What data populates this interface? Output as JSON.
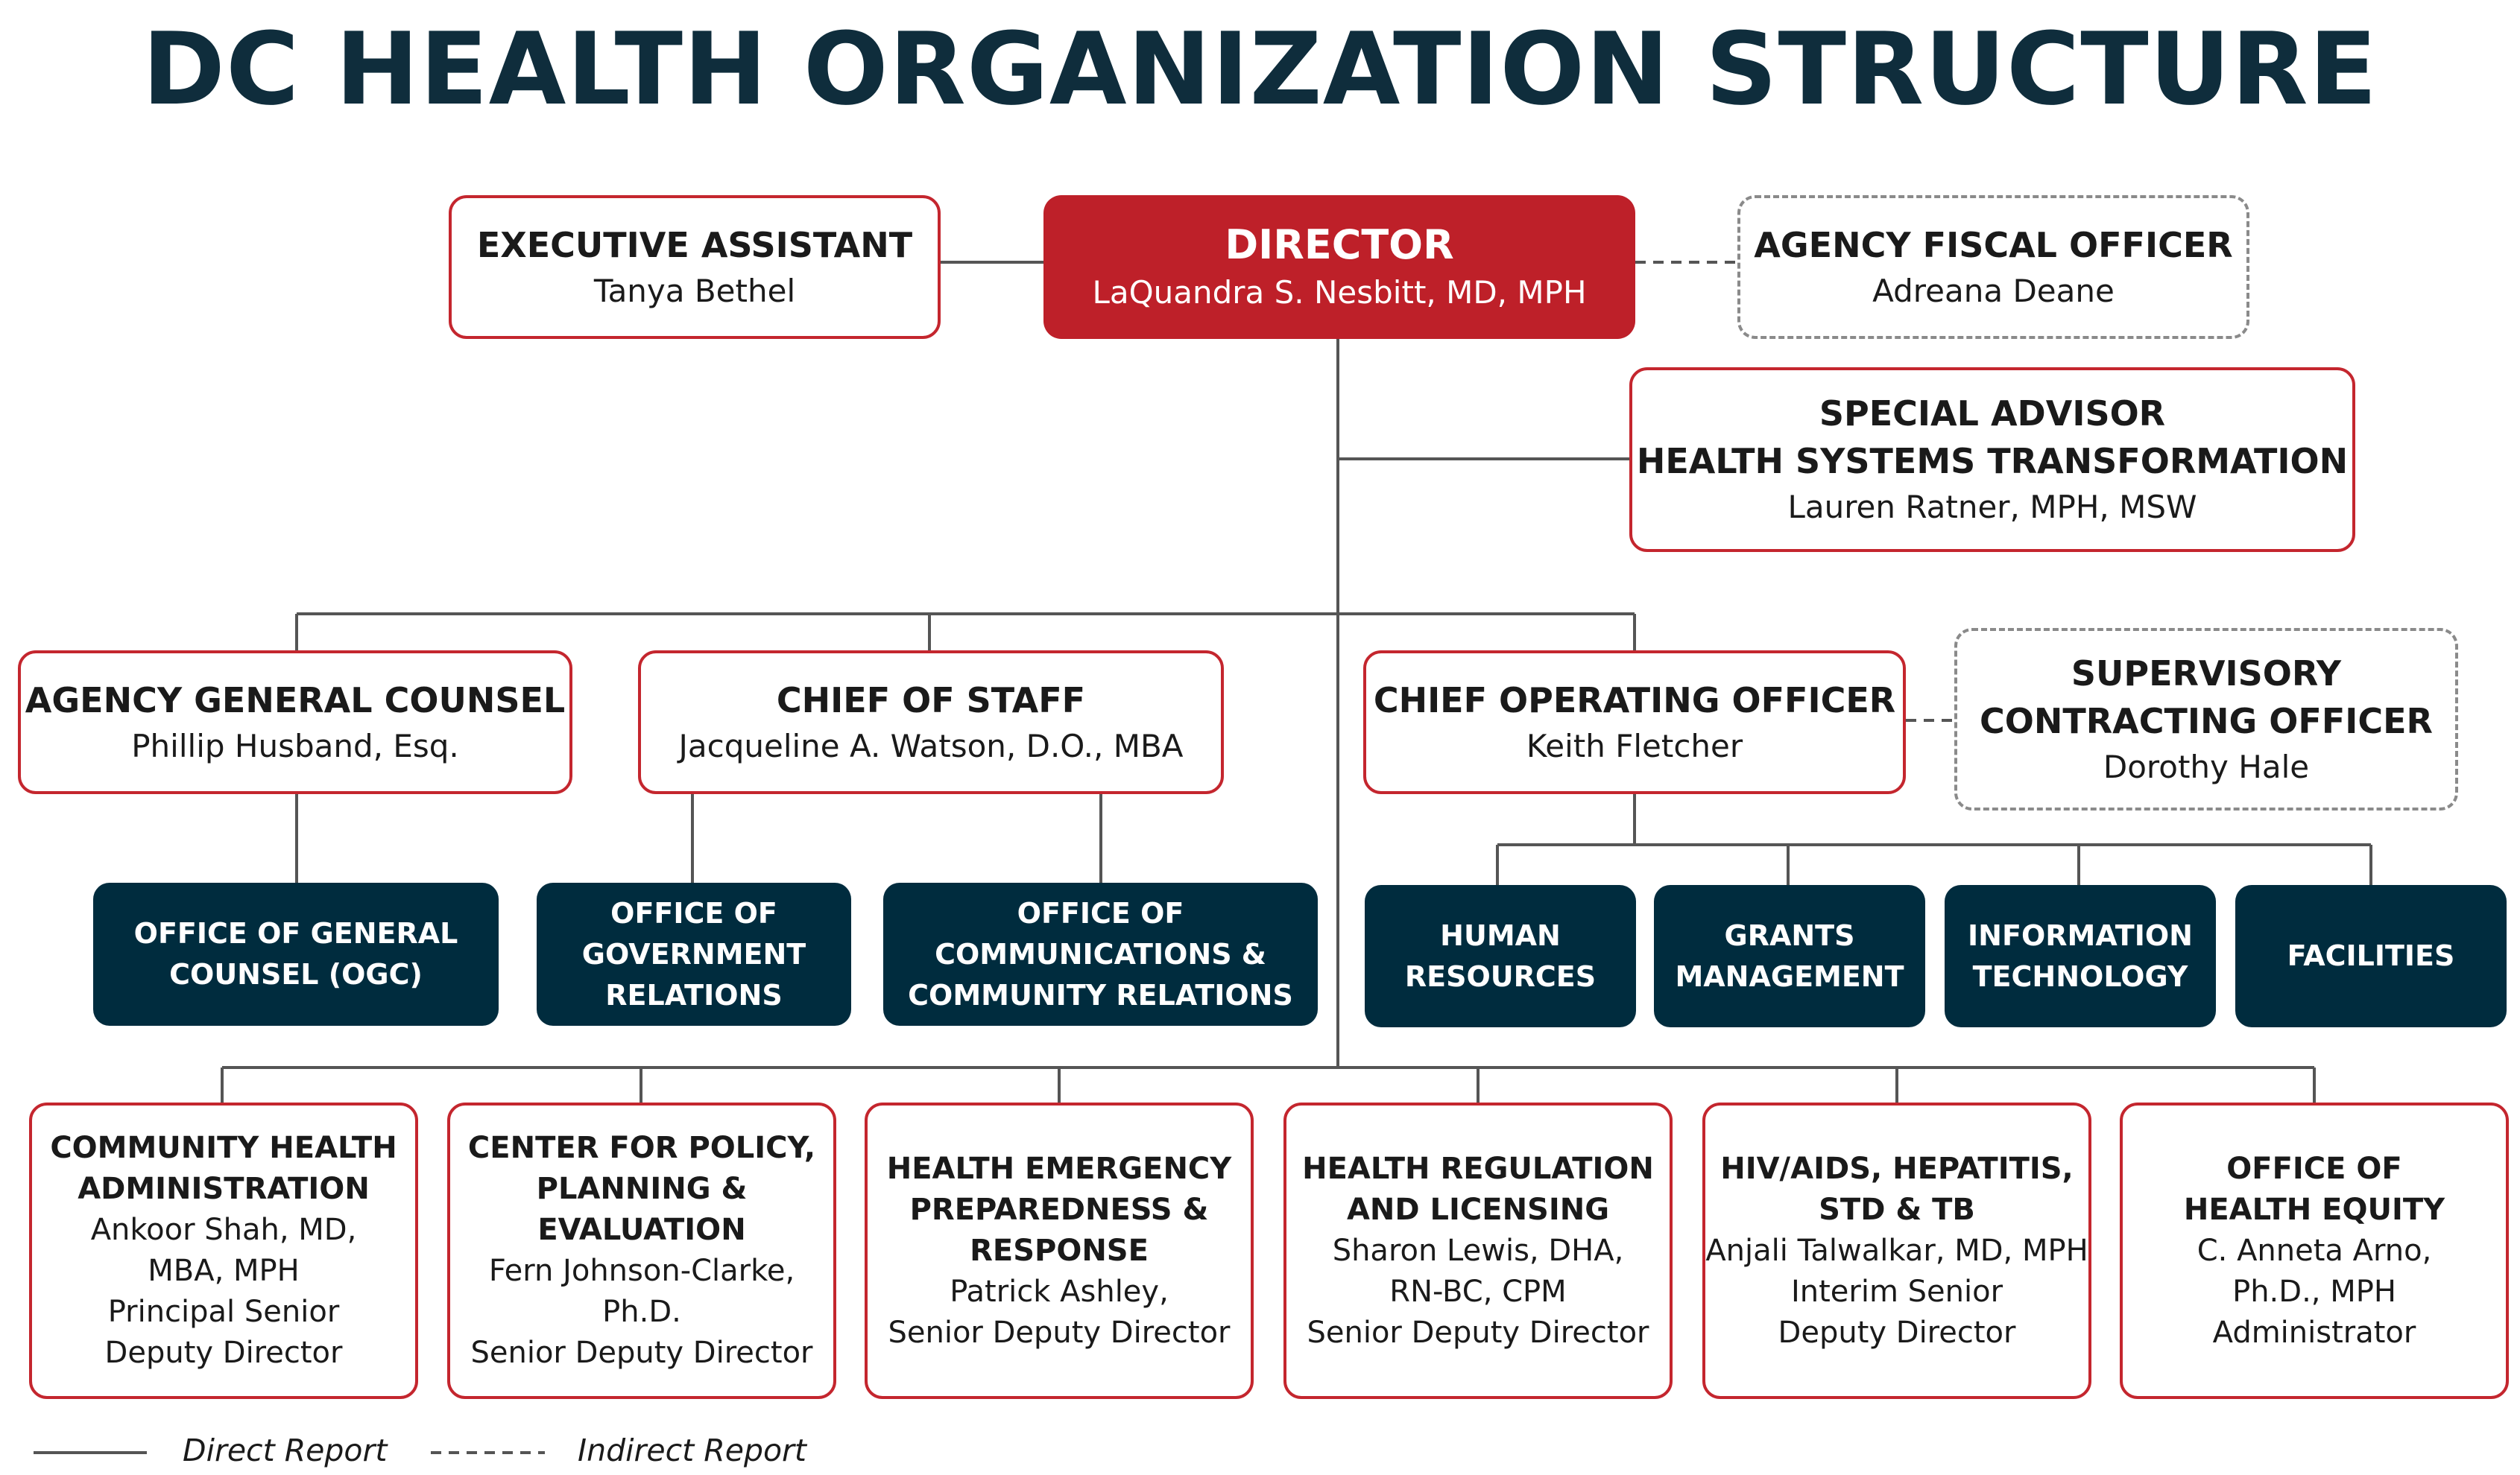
{
  "title": "DC HEALTH ORGANIZATION STRUCTURE",
  "director": {
    "title": "DIRECTOR",
    "name": "LaQuandra S. Nesbitt, MD, MPH"
  },
  "executive_assistant": {
    "title": "EXECUTIVE ASSISTANT",
    "name": "Tanya Bethel"
  },
  "fiscal_officer": {
    "title": "AGENCY FISCAL OFFICER",
    "name": "Adreana Deane"
  },
  "special_advisor": {
    "title1": "SPECIAL ADVISOR",
    "title2": "HEALTH SYSTEMS TRANSFORMATION",
    "name": "Lauren Ratner, MPH, MSW"
  },
  "general_counsel": {
    "title": "AGENCY GENERAL COUNSEL",
    "name": "Phillip Husband, Esq."
  },
  "chief_of_staff": {
    "title": "CHIEF OF STAFF",
    "name": "Jacqueline A. Watson, D.O., MBA"
  },
  "coo": {
    "title": "CHIEF OPERATING OFFICER",
    "name": "Keith Fletcher"
  },
  "contracting_officer": {
    "title1": "SUPERVISORY",
    "title2": "CONTRACTING OFFICER",
    "name": "Dorothy Hale"
  },
  "offices": {
    "ogc": [
      "OFFICE OF GENERAL",
      "COUNSEL (OGC)"
    ],
    "gov_relations": [
      "OFFICE OF",
      "GOVERNMENT",
      "RELATIONS"
    ],
    "comm_relations": [
      "OFFICE OF",
      "COMMUNICATIONS &",
      "COMMUNITY RELATIONS"
    ],
    "hr": [
      "HUMAN",
      "RESOURCES"
    ],
    "grants": [
      "GRANTS",
      "MANAGEMENT"
    ],
    "it": [
      "INFORMATION",
      "TECHNOLOGY"
    ],
    "facilities": [
      "FACILITIES"
    ]
  },
  "bottom": {
    "cha": {
      "title": [
        "COMMUNITY HEALTH",
        "ADMINISTRATION"
      ],
      "lines": [
        "Ankoor Shah, MD,",
        "MBA, MPH",
        "Principal Senior",
        "Deputy Director"
      ]
    },
    "cppe": {
      "title": [
        "CENTER FOR POLICY,",
        "PLANNING &",
        "EVALUATION"
      ],
      "lines": [
        "Fern Johnson-Clarke,",
        "Ph.D.",
        "Senior Deputy Director"
      ]
    },
    "hepr": {
      "title": [
        "HEALTH EMERGENCY",
        "PREPAREDNESS &",
        "RESPONSE"
      ],
      "lines": [
        "Patrick Ashley,",
        "Senior Deputy Director"
      ]
    },
    "hrla": {
      "title": [
        "HEALTH REGULATION",
        "AND LICENSING"
      ],
      "lines": [
        "Sharon Lewis, DHA,",
        "RN-BC, CPM",
        "Senior Deputy Director"
      ]
    },
    "hahsta": {
      "title": [
        "HIV/AIDS, HEPATITIS,",
        "STD & TB"
      ],
      "lines": [
        "Anjali Talwalkar, MD, MPH",
        "Interim Senior",
        "Deputy Director"
      ]
    },
    "ohe": {
      "title": [
        "OFFICE OF",
        "HEALTH EQUITY"
      ],
      "lines": [
        "C. Anneta Arno,",
        "Ph.D., MPH",
        "Administrator"
      ]
    }
  },
  "legend": {
    "direct": "Direct Report",
    "indirect": "Indirect Report"
  },
  "colors": {
    "navy": "#002c3e",
    "red": "#be2029",
    "title": "#0f2d3c",
    "line": "#555555"
  }
}
